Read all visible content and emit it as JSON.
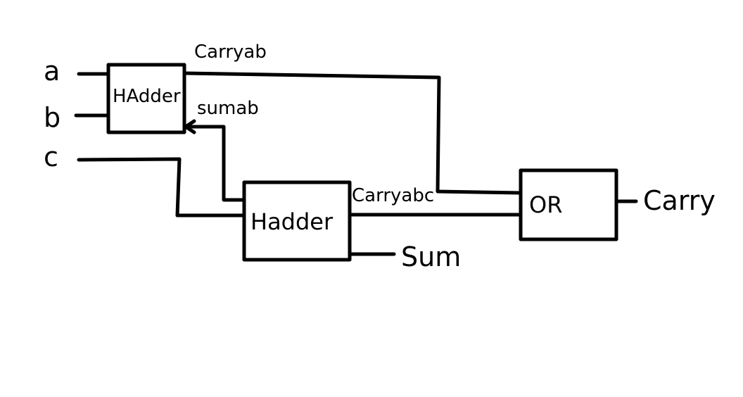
{
  "inputs": {
    "a": "a",
    "b": "b",
    "c": "c"
  },
  "blocks": {
    "half_adder_1": "HAdder",
    "half_adder_2": "Hadder",
    "or_gate": "OR"
  },
  "signals": {
    "carry_ab": "Carryab",
    "sum_ab": "sumab",
    "carry_abc": "Carryabc"
  },
  "outputs": {
    "sum": "Sum",
    "carry": "Carry"
  },
  "colors": {
    "ink": "#000000",
    "background": "#ffffff"
  }
}
